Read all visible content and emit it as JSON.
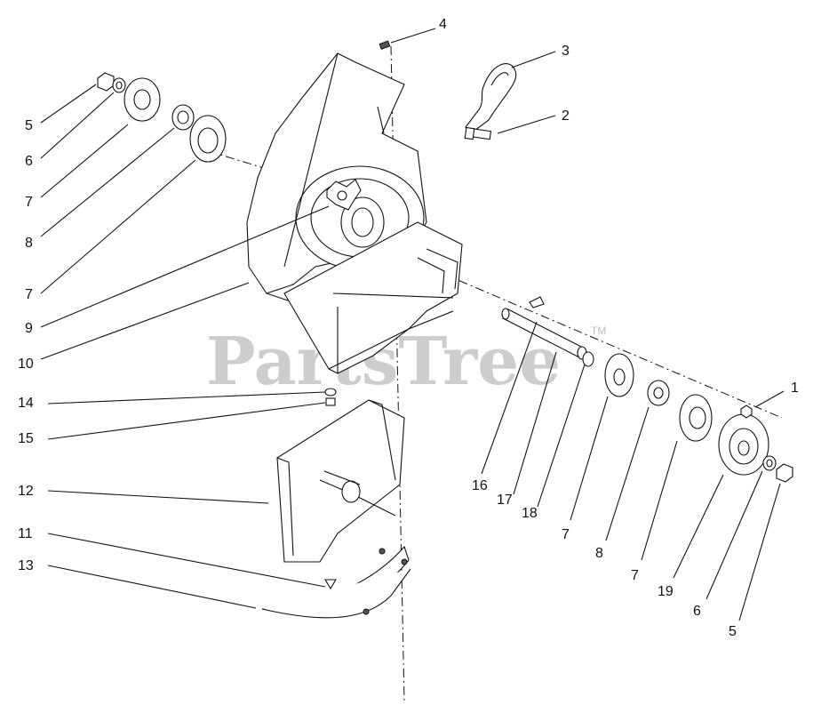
{
  "watermark": {
    "text": "PartsTree",
    "trademark": "TM"
  },
  "callouts": [
    {
      "id": "c1",
      "label": "1"
    },
    {
      "id": "c2",
      "label": "2"
    },
    {
      "id": "c3",
      "label": "3"
    },
    {
      "id": "c4",
      "label": "4"
    },
    {
      "id": "c5a",
      "label": "5"
    },
    {
      "id": "c6a",
      "label": "6"
    },
    {
      "id": "c7a",
      "label": "7"
    },
    {
      "id": "c8a",
      "label": "8"
    },
    {
      "id": "c7b",
      "label": "7"
    },
    {
      "id": "c9",
      "label": "9"
    },
    {
      "id": "c10",
      "label": "10"
    },
    {
      "id": "c14",
      "label": "14"
    },
    {
      "id": "c15",
      "label": "15"
    },
    {
      "id": "c12",
      "label": "12"
    },
    {
      "id": "c11",
      "label": "11"
    },
    {
      "id": "c13",
      "label": "13"
    },
    {
      "id": "c16",
      "label": "16"
    },
    {
      "id": "c17",
      "label": "17"
    },
    {
      "id": "c18",
      "label": "18"
    },
    {
      "id": "c7c",
      "label": "7"
    },
    {
      "id": "c8b",
      "label": "8"
    },
    {
      "id": "c7d",
      "label": "7"
    },
    {
      "id": "c19",
      "label": "19"
    },
    {
      "id": "c6b",
      "label": "6"
    },
    {
      "id": "c5b",
      "label": "5"
    }
  ]
}
